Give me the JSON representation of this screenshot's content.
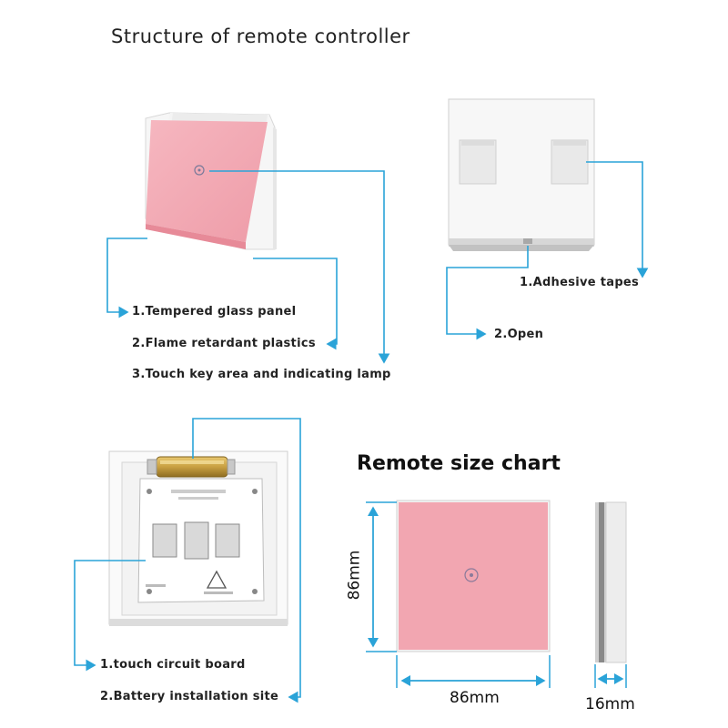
{
  "title": "Structure of remote controller",
  "front_panel": {
    "labels": [
      "1.Tempered glass panel",
      "2.Flame retardant plastics",
      "3.Touch key area and indicating lamp"
    ]
  },
  "back_panel": {
    "labels": [
      "1.Adhesive tapes",
      "2.Open"
    ]
  },
  "inside_panel": {
    "labels": [
      "1.touch circuit board",
      "2.Battery installation site"
    ]
  },
  "size_chart": {
    "title": "Remote size chart",
    "height_label": "86mm",
    "width_label": "86mm",
    "depth_label": "16mm"
  },
  "colors": {
    "callout": "#2aa3d8",
    "glass": "#f1a7b1",
    "glass_edge": "#e58f9b",
    "frame": "#f4f4f4"
  }
}
